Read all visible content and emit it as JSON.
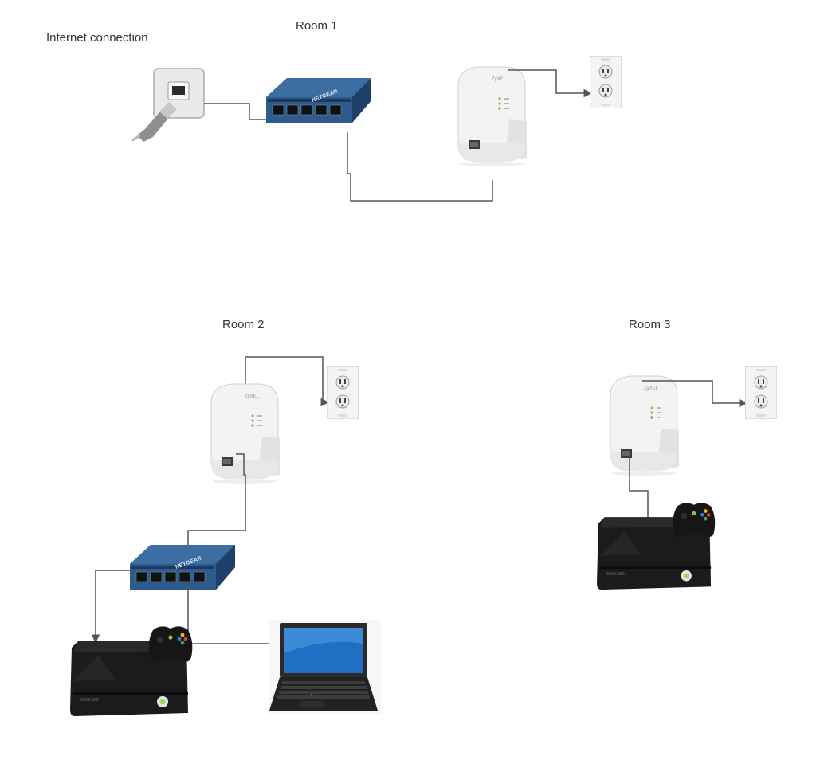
{
  "labels": {
    "internet": "Internet connection",
    "room1": "Room 1",
    "room2": "Room 2",
    "room3": "Room 3"
  },
  "brands": {
    "switch": "NETGEAR",
    "powerline": "ZyXEL",
    "console": "XBOX 360"
  },
  "colors": {
    "switch_body": "#2e5a8c",
    "switch_top": "#3d6ea3",
    "cable": "#555555",
    "console_body": "#1b1b1b",
    "adapter_body": "#f2f2f2",
    "laptop_screen": "#1f6fc4"
  }
}
